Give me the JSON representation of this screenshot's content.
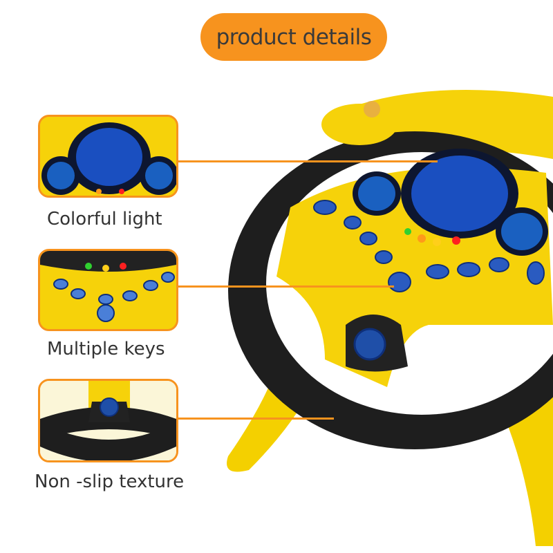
{
  "header": {
    "title": "product details"
  },
  "features": [
    {
      "label": "Colorful light"
    },
    {
      "label": "Multiple keys"
    },
    {
      "label": "Non -slip texture"
    }
  ],
  "colors": {
    "accent": "#f7931e",
    "yellow": "#f6d20a",
    "wheel": "#1e1e1e",
    "button": "#1f4fa8"
  }
}
